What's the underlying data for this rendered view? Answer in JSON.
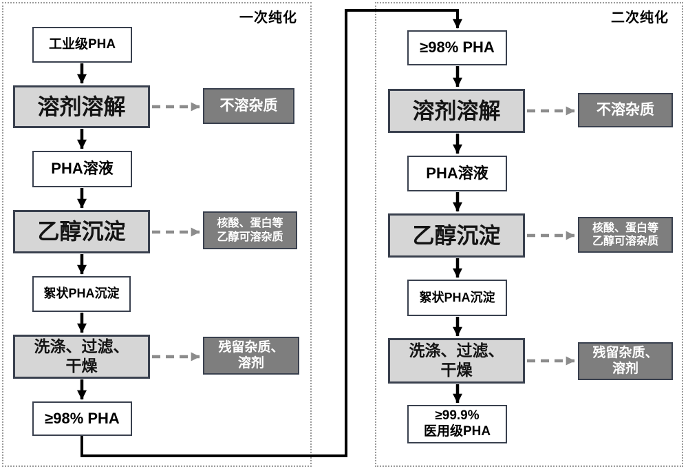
{
  "colors": {
    "process_box_fill": "#d6d6d6",
    "dark_box_fill": "#7e7e7e",
    "box_border": "#39404e",
    "solid_arrow": "#000000",
    "dashed_arrow": "#8c8c8c",
    "panel_border": "#9a9a9a"
  },
  "left": {
    "title": "一次纯化",
    "steps": {
      "input": "工业级PHA",
      "dissolve": "溶剂溶解",
      "solution": "PHA溶液",
      "precipitate": "乙醇沉淀",
      "floc": "絮状PHA沉淀",
      "wash_line1": "洗涤、过滤、",
      "wash_line2": "干燥",
      "output": "≥98% PHA"
    },
    "outputs": {
      "insoluble": "不溶杂质",
      "soluble_line1": "核酸、蛋白等",
      "soluble_line2": "乙醇可溶杂质",
      "residual_line1": "残留杂质、",
      "residual_line2": "溶剂"
    }
  },
  "right": {
    "title": "二次纯化",
    "steps": {
      "input": "≥98% PHA",
      "dissolve": "溶剂溶解",
      "solution": "PHA溶液",
      "precipitate": "乙醇沉淀",
      "floc": "絮状PHA沉淀",
      "wash_line1": "洗涤、过滤、",
      "wash_line2": "干燥",
      "output_line1": "≥99.9%",
      "output_line2": "医用级PHA"
    },
    "outputs": {
      "insoluble": "不溶杂质",
      "soluble_line1": "核酸、蛋白等",
      "soluble_line2": "乙醇可溶杂质",
      "residual_line1": "残留杂质、",
      "residual_line2": "溶剂"
    }
  }
}
